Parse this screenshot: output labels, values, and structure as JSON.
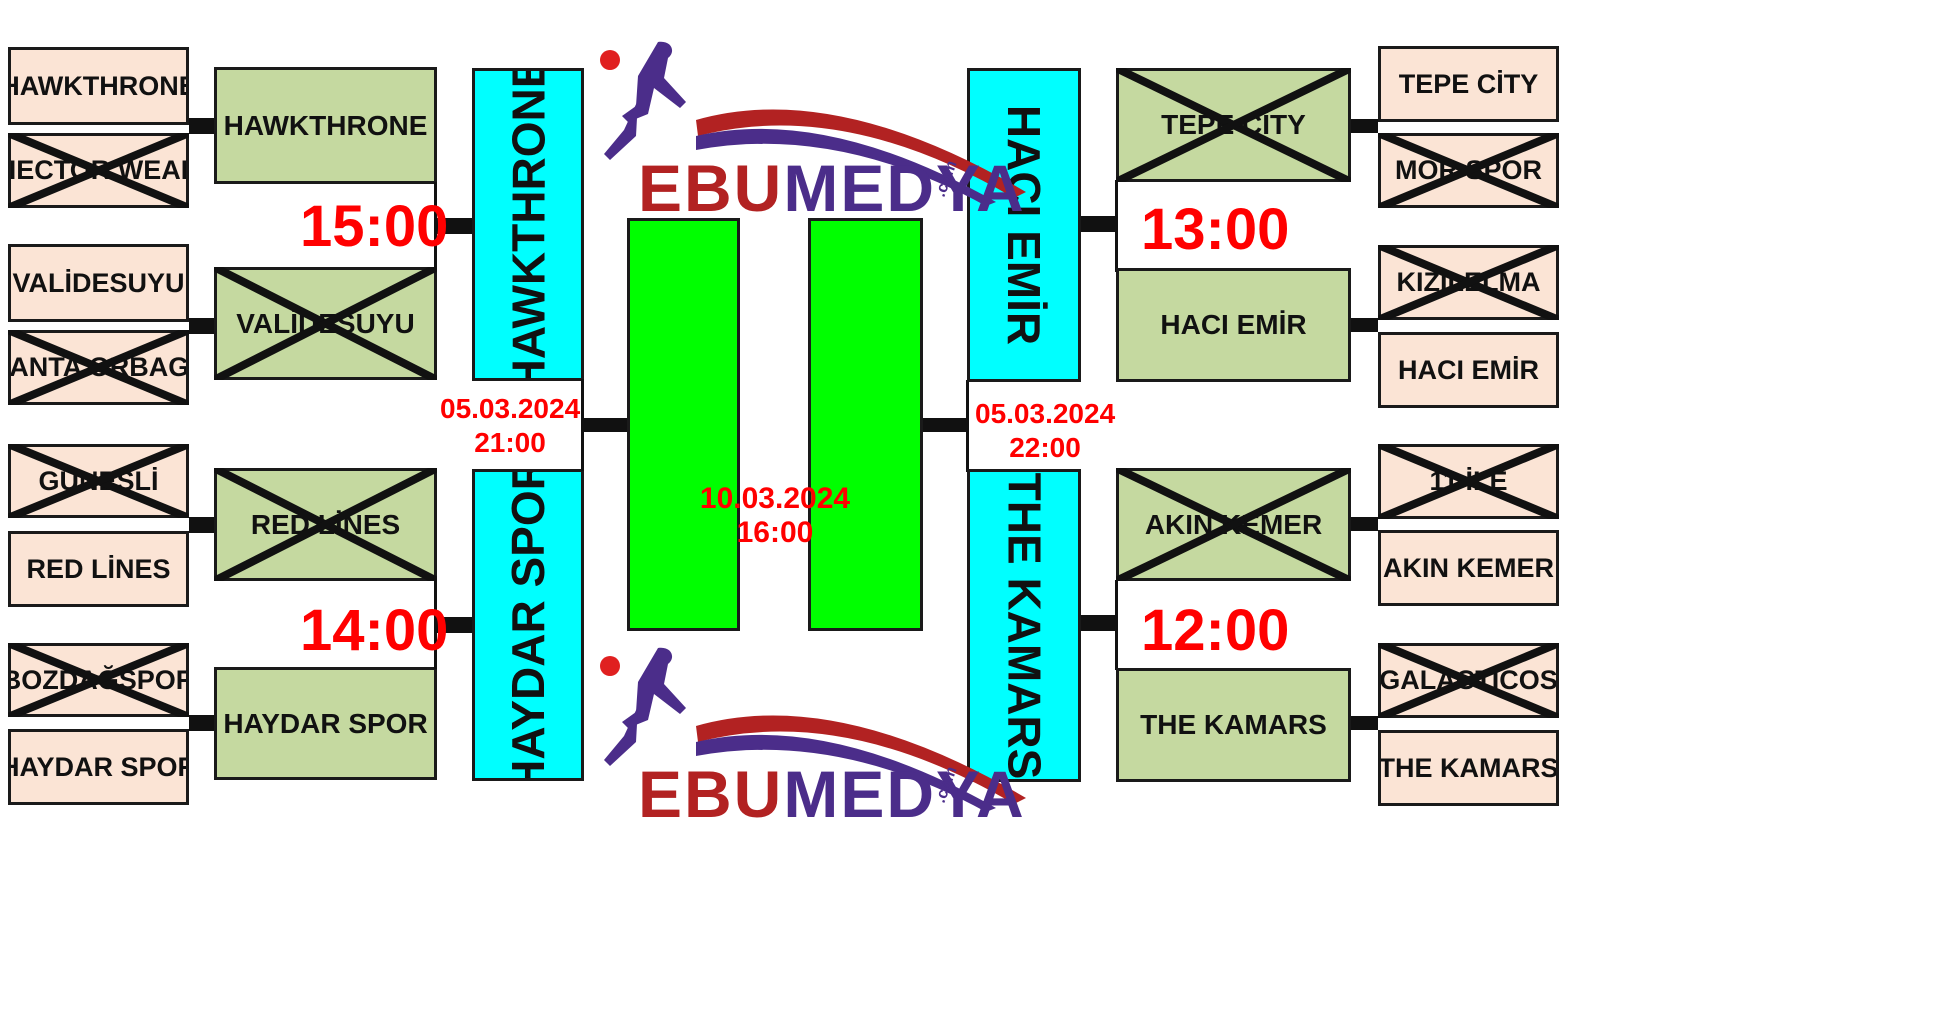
{
  "left": {
    "r16": [
      "HAWKTHRONE",
      "HECTOR WEAR",
      "VALİDESUYU",
      "ÇANTA ORBAGS",
      "GÜNEŞLİ",
      "RED LİNES",
      "BOZDAĞSPOR",
      "HAYDAR SPOR"
    ],
    "qf": [
      "HAWKTHRONE",
      "VALİDESUYU",
      "RED LİNES",
      "HAYDAR SPOR"
    ],
    "sf": [
      "HAWKTHRONE",
      "HAYDAR SPOR"
    ],
    "times": [
      "15:00",
      "14:00"
    ],
    "sf_date": "05.03.2024",
    "sf_time": "21:00"
  },
  "right": {
    "r16": [
      "TEPE CİTY",
      "MOR SPOR",
      "KIZILELMA",
      "HACI EMİR",
      "11 İLE",
      "AKIN KEMER",
      "GALACTICOS",
      "THE KAMARS"
    ],
    "qf": [
      "TEPE CİTY",
      "HACI EMİR",
      "AKIN KEMER",
      "THE KAMARS"
    ],
    "sf": [
      "HACI EMİR",
      "THE KAMARS"
    ],
    "times": [
      "13:00",
      "12:00"
    ],
    "sf_date": "05.03.2024",
    "sf_time": "22:00"
  },
  "final": {
    "date": "10.03.2024",
    "time": "16:00"
  },
  "logo": {
    "text_a": "EBU",
    "text_b": "MEDYA",
    "suffix": ".com"
  },
  "colors": {
    "r16_bg": "#fbe4d5",
    "qf_bg": "#c5d9a0",
    "sf_bg": "#00ffff",
    "final_bg": "#00ff00",
    "accent": "#ff0000"
  }
}
